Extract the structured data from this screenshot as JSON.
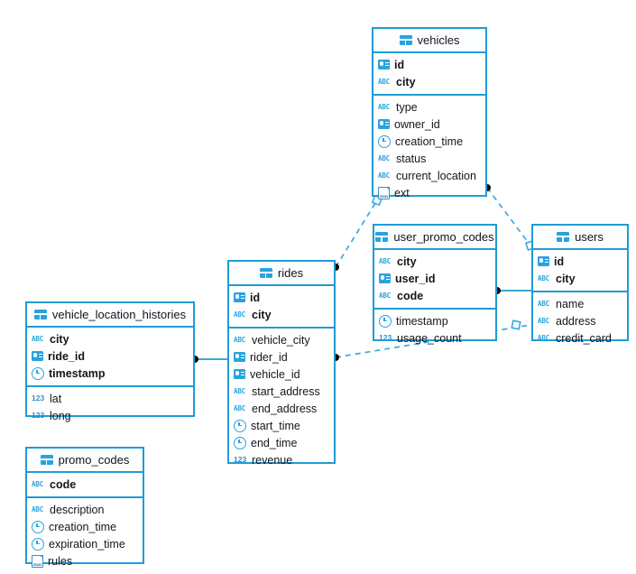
{
  "diagram": {
    "title": "database-schema-er-diagram",
    "accent_color": "#1f9cd6",
    "icon_color": "#29a3df",
    "background": "#ffffff"
  },
  "tables": [
    {
      "id": "vehicles",
      "name": "vehicles",
      "header_icon": "table-grid-icon",
      "keys": [
        {
          "name": "id",
          "type_icon": "id-badge-icon"
        },
        {
          "name": "city",
          "type_icon": "abc-text-icon"
        }
      ],
      "columns": [
        {
          "name": "type",
          "type_icon": "abc-text-icon"
        },
        {
          "name": "owner_id",
          "type_icon": "id-badge-icon"
        },
        {
          "name": "creation_time",
          "type_icon": "clock-icon"
        },
        {
          "name": "status",
          "type_icon": "abc-text-icon"
        },
        {
          "name": "current_location",
          "type_icon": "abc-text-icon"
        },
        {
          "name": "ext",
          "type_icon": "json-doc-icon"
        }
      ]
    },
    {
      "id": "user_promo_codes",
      "name": "user_promo_codes",
      "header_icon": "table-grid-icon",
      "keys": [
        {
          "name": "city",
          "type_icon": "abc-text-icon"
        },
        {
          "name": "user_id",
          "type_icon": "id-badge-icon"
        },
        {
          "name": "code",
          "type_icon": "abc-text-icon"
        }
      ],
      "columns": [
        {
          "name": "timestamp",
          "type_icon": "clock-icon"
        },
        {
          "name": "usage_count",
          "type_icon": "numeric-123-icon"
        }
      ]
    },
    {
      "id": "users",
      "name": "users",
      "header_icon": "table-grid-icon",
      "keys": [
        {
          "name": "id",
          "type_icon": "id-badge-icon"
        },
        {
          "name": "city",
          "type_icon": "abc-text-icon"
        }
      ],
      "columns": [
        {
          "name": "name",
          "type_icon": "abc-text-icon"
        },
        {
          "name": "address",
          "type_icon": "abc-text-icon"
        },
        {
          "name": "credit_card",
          "type_icon": "abc-text-icon"
        }
      ]
    },
    {
      "id": "rides",
      "name": "rides",
      "header_icon": "table-grid-icon",
      "keys": [
        {
          "name": "id",
          "type_icon": "id-badge-icon"
        },
        {
          "name": "city",
          "type_icon": "abc-text-icon"
        }
      ],
      "columns": [
        {
          "name": "vehicle_city",
          "type_icon": "abc-text-icon"
        },
        {
          "name": "rider_id",
          "type_icon": "id-badge-icon"
        },
        {
          "name": "vehicle_id",
          "type_icon": "id-badge-icon"
        },
        {
          "name": "start_address",
          "type_icon": "abc-text-icon"
        },
        {
          "name": "end_address",
          "type_icon": "abc-text-icon"
        },
        {
          "name": "start_time",
          "type_icon": "clock-icon"
        },
        {
          "name": "end_time",
          "type_icon": "clock-icon"
        },
        {
          "name": "revenue",
          "type_icon": "numeric-123-icon"
        }
      ]
    },
    {
      "id": "vehicle_location_histories",
      "name": "vehicle_location_histories",
      "header_icon": "table-grid-icon",
      "keys": [
        {
          "name": "city",
          "type_icon": "abc-text-icon"
        },
        {
          "name": "ride_id",
          "type_icon": "id-badge-icon"
        },
        {
          "name": "timestamp",
          "type_icon": "clock-icon"
        }
      ],
      "columns": [
        {
          "name": "lat",
          "type_icon": "numeric-123-icon"
        },
        {
          "name": "long",
          "type_icon": "numeric-123-icon"
        }
      ]
    },
    {
      "id": "promo_codes",
      "name": "promo_codes",
      "header_icon": "table-grid-icon",
      "keys": [
        {
          "name": "code",
          "type_icon": "abc-text-icon"
        }
      ],
      "columns": [
        {
          "name": "description",
          "type_icon": "abc-text-icon"
        },
        {
          "name": "creation_time",
          "type_icon": "clock-icon"
        },
        {
          "name": "expiration_time",
          "type_icon": "clock-icon"
        },
        {
          "name": "rules",
          "type_icon": "json-doc-icon"
        }
      ]
    }
  ],
  "relationships": [
    {
      "id": "vehicles-users",
      "from": "vehicles",
      "to": "users",
      "style": "dashed"
    },
    {
      "id": "rides-vehicles",
      "from": "rides",
      "to": "vehicles",
      "style": "dashed"
    },
    {
      "id": "rides-users",
      "from": "rides",
      "to": "users",
      "style": "dashed"
    },
    {
      "id": "user_promo_codes-users",
      "from": "user_promo_codes",
      "to": "users",
      "style": "solid"
    },
    {
      "id": "vlh-rides",
      "from": "vehicle_location_histories",
      "to": "rides",
      "style": "solid"
    }
  ]
}
